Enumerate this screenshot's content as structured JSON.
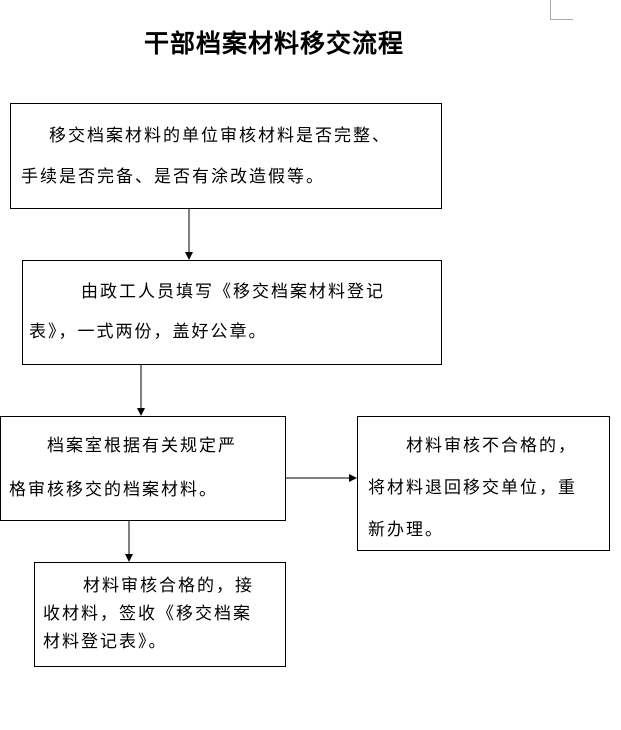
{
  "title": "干部档案材料移交流程",
  "steps": [
    {
      "lines": [
        "移交档案材料的单位审核材料是否完整、",
        "手续是否完备、是否有涂改造假等。"
      ]
    },
    {
      "lines": [
        "由政工人员填写《移交档案材料登记",
        "表》，一式两份，盖好公章。"
      ]
    },
    {
      "lines": [
        "档案室根据有关规定严",
        "格审核移交的档案材料。"
      ]
    },
    {
      "lines": [
        "材料审核不合格的，",
        "将材料退回移交单位，重",
        "新办理。"
      ]
    },
    {
      "lines": [
        "材料审核合格的，接",
        "收材料，签收《移交档案",
        "材料登记表》。"
      ]
    }
  ]
}
